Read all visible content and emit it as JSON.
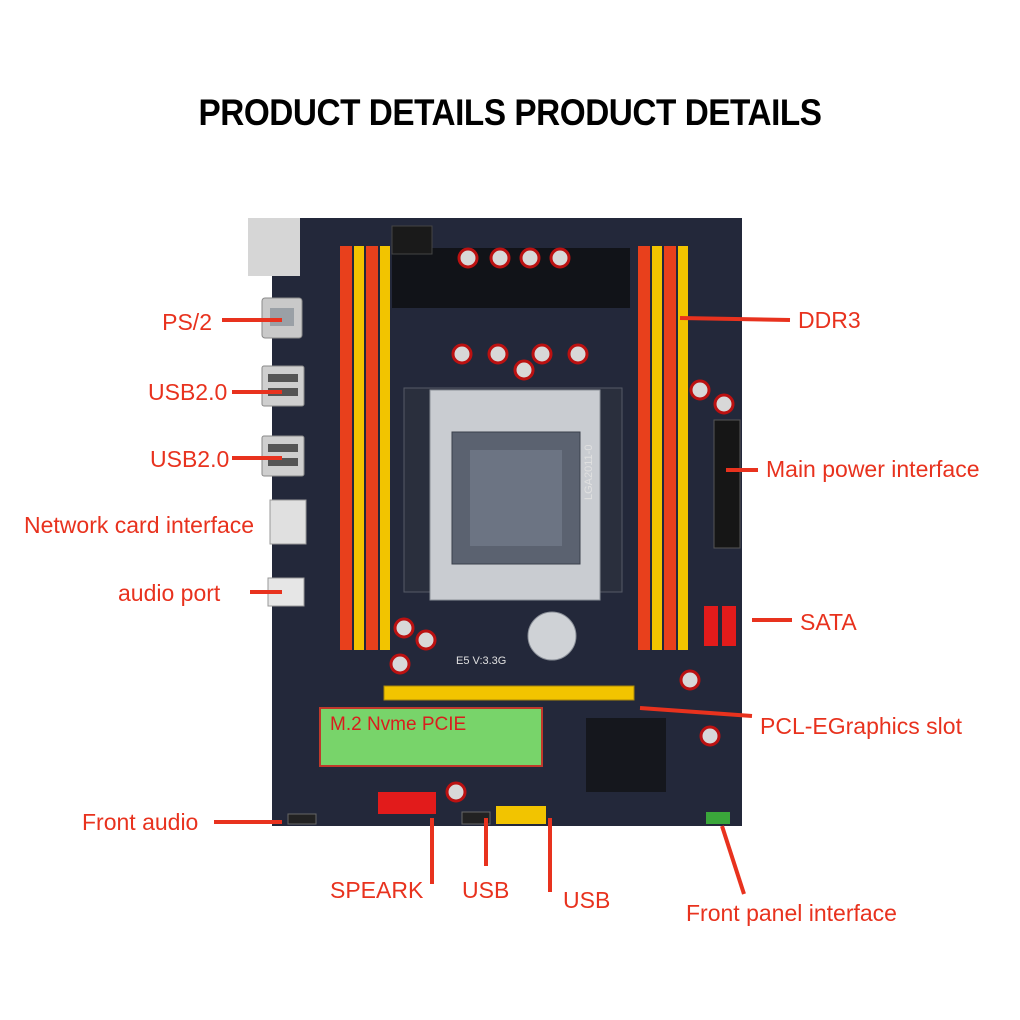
{
  "title": "PRODUCT DETAILS PRODUCT DETAILS",
  "board": {
    "socket_label": "LGA2011-0",
    "version_label": "E5 V:3.3G",
    "m2_label": "M.2 Nvme PCIE"
  },
  "labels": {
    "ps2": "PS/2",
    "usb20_a": "USB2.0",
    "usb20_b": "USB2.0",
    "network": "Network card interface",
    "audio_port": "audio port",
    "front_audio": "Front audio",
    "speark": "SPEARK",
    "usb_a": "USB",
    "usb_b": "USB",
    "front_panel": "Front panel interface",
    "pcie": "PCL-EGraphics slot",
    "sata": "SATA",
    "main_power": "Main power interface",
    "ddr3": "DDR3"
  },
  "colors": {
    "accent": "#e8321e",
    "board": "#23283a",
    "dimm_yellow": "#f2c400",
    "dimm_red": "#e8401c",
    "m2": "#78d46a"
  }
}
